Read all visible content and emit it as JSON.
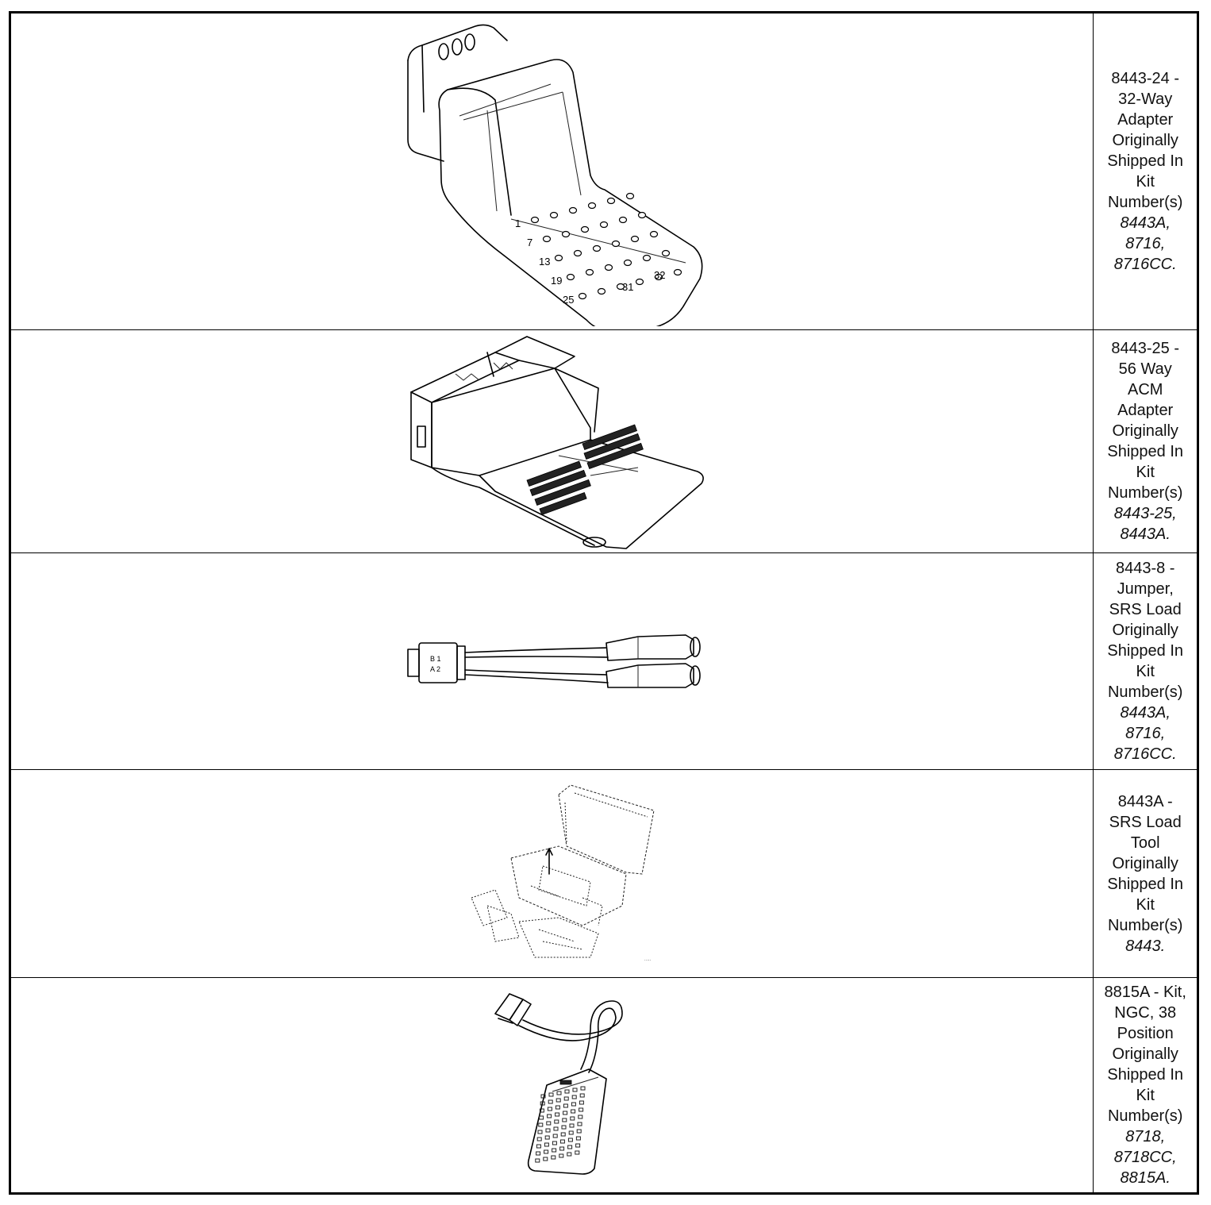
{
  "tools": [
    {
      "code_line": "8443-24 -",
      "name_lines": [
        "32-Way",
        "Adapter"
      ],
      "note_lines": [
        "Originally",
        "Shipped In",
        "Kit",
        "Number(s)"
      ],
      "kit_lines": [
        "8443A,",
        "8716,",
        "8716CC."
      ],
      "illustration": "32-way-adapter-drawing",
      "pin_labels": [
        "1",
        "7",
        "13",
        "19",
        "25",
        "31",
        "32"
      ]
    },
    {
      "code_line": "8443-25 -",
      "name_lines": [
        "56 Way",
        "ACM",
        "Adapter"
      ],
      "note_lines": [
        "Originally",
        "Shipped In",
        "Kit",
        "Number(s)"
      ],
      "kit_lines": [
        "8443-25,",
        "8443A."
      ],
      "illustration": "56-way-acm-adapter-drawing"
    },
    {
      "code_line": "8443-8 -",
      "name_lines": [
        "Jumper,",
        "SRS Load"
      ],
      "note_lines": [
        "Originally",
        "Shipped In",
        "Kit",
        "Number(s)"
      ],
      "kit_lines": [
        "8443A,",
        "8716,",
        "8716CC."
      ],
      "illustration": "srs-load-jumper-drawing"
    },
    {
      "code_line": "8443A -",
      "name_lines": [
        "SRS Load",
        "Tool"
      ],
      "note_lines": [
        "Originally",
        "Shipped In",
        "Kit",
        "Number(s)"
      ],
      "kit_lines": [
        "8443."
      ],
      "illustration": "srs-load-tool-kit-drawing"
    },
    {
      "code_line": "8815A - Kit,",
      "name_lines": [
        "NGC, 38",
        "Position"
      ],
      "note_lines": [
        "Originally",
        "Shipped In",
        "Kit",
        "Number(s)"
      ],
      "kit_lines": [
        "8718,",
        "8718CC,",
        "8815A."
      ],
      "illustration": "ngc-38-position-kit-drawing"
    }
  ]
}
